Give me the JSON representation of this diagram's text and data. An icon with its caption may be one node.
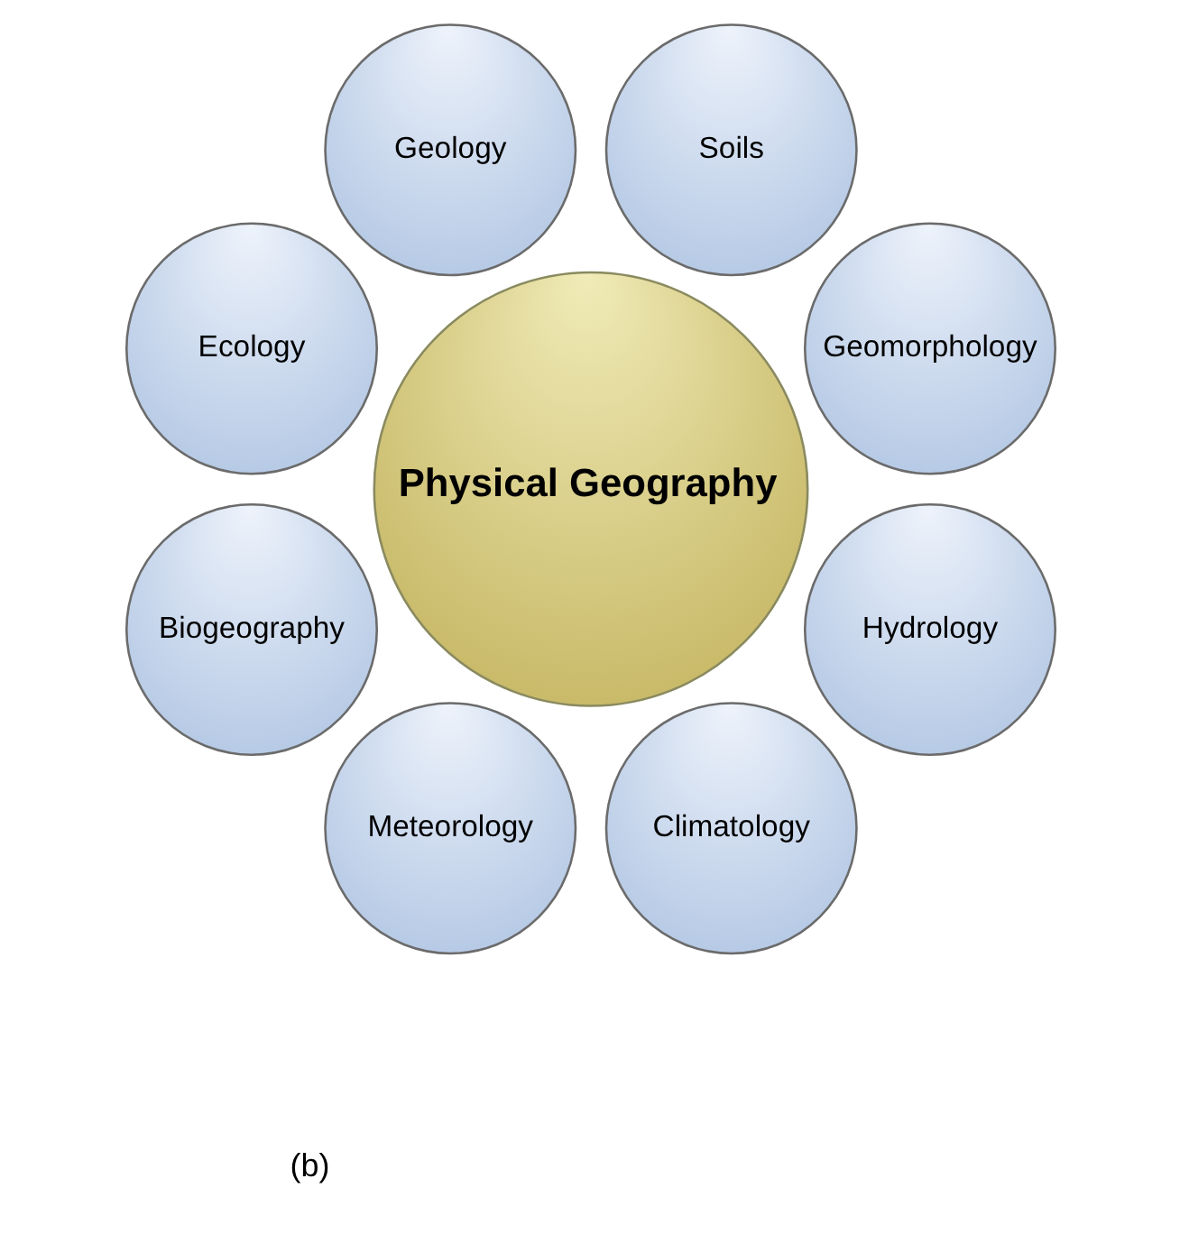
{
  "diagram": {
    "nodes": [
      {
        "text": [
          "Ecology"
        ]
      },
      {
        "text": [
          "Geology"
        ]
      },
      {
        "text": [
          "Biogeography"
        ]
      },
      {
        "text": [
          "Soils"
        ]
      },
      {
        "text": [
          "Physical Geography"
        ]
      },
      {
        "text": [
          "Meteorology"
        ]
      },
      {
        "text": [
          "Geomorphology"
        ]
      },
      {
        "text": [
          "Climatology"
        ]
      },
      {
        "text": [
          "Hydrology"
        ]
      }
    ],
    "labels": [
      "(b)"
    ]
  }
}
